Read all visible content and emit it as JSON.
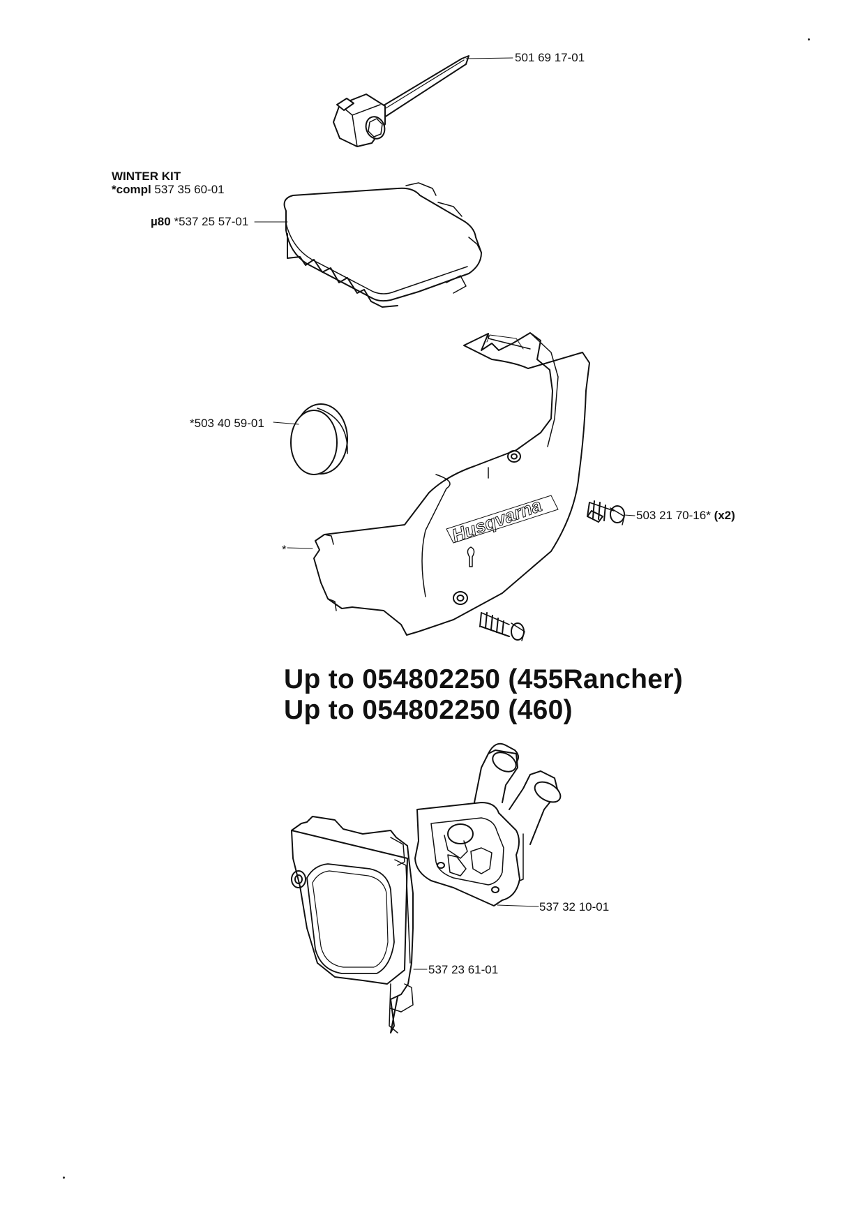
{
  "labels": {
    "tool": "501 69 17-01",
    "winter_kit_title": "WINTER KIT",
    "winter_kit_compl_prefix": "*compl",
    "winter_kit_compl_number": "537 35 60-01",
    "cover_prefix": "µ80",
    "cover_number": "*537 25 57-01",
    "plug": "*503 40 59-01",
    "screw_number": "503 21 70-16*",
    "screw_qty": "(x2)",
    "side_cover": "*",
    "intake": "537 32 10-01",
    "baffle": "537 23 61-01"
  },
  "headings": {
    "line1": "Up to 054802250  (455Rancher)",
    "line2": "Up to 054802250  (460)"
  },
  "logo_text": "Husqvarna"
}
